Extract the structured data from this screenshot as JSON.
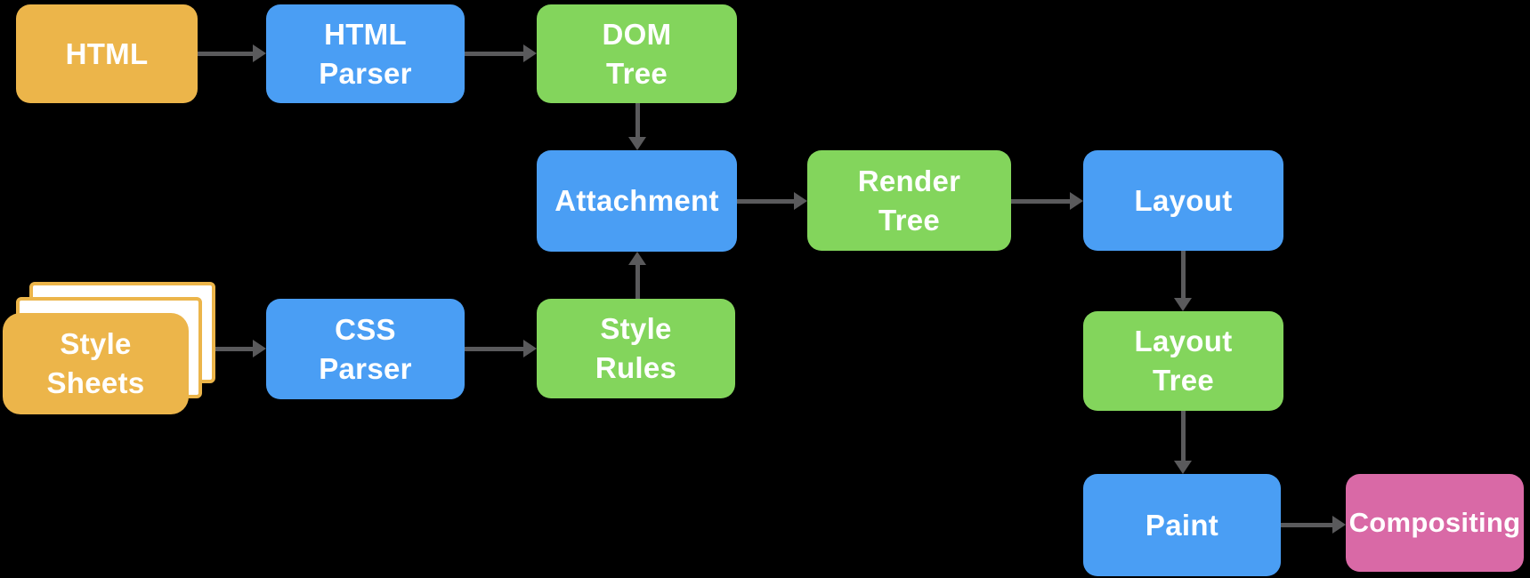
{
  "diagram": {
    "title": "Browser rendering pipeline flowchart",
    "background_color": "#000000",
    "arrow_color": "#5A5A5C",
    "text_color": "#FFFFFF",
    "palette": {
      "source_orange": "#ECB54A",
      "process_blue": "#4A9EF4",
      "output_green": "#83D55C",
      "compositing_pink": "#D969A6",
      "sheet_card_fill": "#FFFFFF"
    },
    "nodes": {
      "html": {
        "lines": [
          "HTML"
        ],
        "color": "#ECB54A"
      },
      "html_parser": {
        "lines": [
          "HTML",
          "Parser"
        ],
        "color": "#4A9EF4"
      },
      "dom_tree": {
        "lines": [
          "DOM",
          "Tree"
        ],
        "color": "#83D55C"
      },
      "attachment": {
        "lines": [
          "Attachment"
        ],
        "color": "#4A9EF4"
      },
      "style_sheets": {
        "lines": [
          "Style",
          "Sheets"
        ],
        "color": "#ECB54A"
      },
      "css_parser": {
        "lines": [
          "CSS",
          "Parser"
        ],
        "color": "#4A9EF4"
      },
      "style_rules": {
        "lines": [
          "Style",
          "Rules"
        ],
        "color": "#83D55C"
      },
      "render_tree": {
        "lines": [
          "Render",
          "Tree"
        ],
        "color": "#83D55C"
      },
      "layout": {
        "lines": [
          "Layout"
        ],
        "color": "#4A9EF4"
      },
      "layout_tree": {
        "lines": [
          "Layout",
          "Tree"
        ],
        "color": "#83D55C"
      },
      "paint": {
        "lines": [
          "Paint"
        ],
        "color": "#4A9EF4"
      },
      "compositing": {
        "lines": [
          "Compositing"
        ],
        "color": "#D969A6"
      }
    },
    "edges": [
      {
        "from": "html",
        "to": "html_parser",
        "direction": "right"
      },
      {
        "from": "html_parser",
        "to": "dom_tree",
        "direction": "right"
      },
      {
        "from": "dom_tree",
        "to": "attachment",
        "direction": "down"
      },
      {
        "from": "style_sheets",
        "to": "css_parser",
        "direction": "right"
      },
      {
        "from": "css_parser",
        "to": "style_rules",
        "direction": "right"
      },
      {
        "from": "style_rules",
        "to": "attachment",
        "direction": "up"
      },
      {
        "from": "attachment",
        "to": "render_tree",
        "direction": "right"
      },
      {
        "from": "render_tree",
        "to": "layout",
        "direction": "right"
      },
      {
        "from": "layout",
        "to": "layout_tree",
        "direction": "down"
      },
      {
        "from": "layout_tree",
        "to": "paint",
        "direction": "down"
      },
      {
        "from": "paint",
        "to": "compositing",
        "direction": "right"
      }
    ]
  }
}
